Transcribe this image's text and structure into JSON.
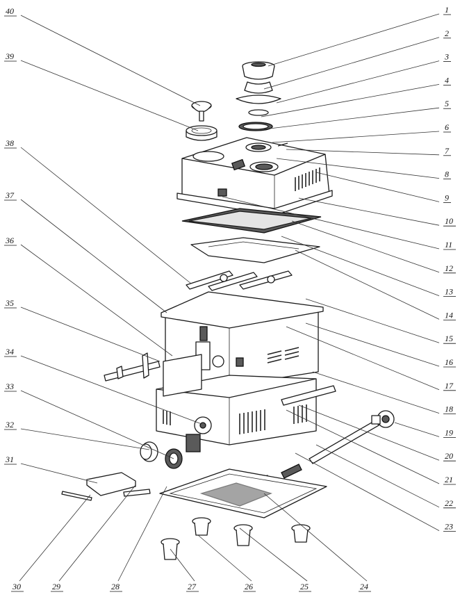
{
  "callouts": [
    {
      "n": "1",
      "side": "right",
      "row": 0,
      "target": [
        386,
        95
      ]
    },
    {
      "n": "2",
      "side": "right",
      "row": 1,
      "target": [
        380,
        128
      ]
    },
    {
      "n": "3",
      "side": "right",
      "row": 2,
      "target": [
        398,
        148
      ]
    },
    {
      "n": "4",
      "side": "right",
      "row": 3,
      "target": [
        376,
        168
      ]
    },
    {
      "n": "5",
      "side": "right",
      "row": 4,
      "target": [
        380,
        186
      ]
    },
    {
      "n": "6",
      "side": "right",
      "row": 5,
      "target": [
        392,
        205
      ]
    },
    {
      "n": "7",
      "side": "right",
      "row": 6,
      "target": [
        412,
        215
      ]
    },
    {
      "n": "8",
      "side": "right",
      "row": 7,
      "target": [
        398,
        228
      ]
    },
    {
      "n": "9",
      "side": "right",
      "row": 8,
      "target": [
        455,
        248
      ]
    },
    {
      "n": "10",
      "side": "right",
      "row": 9,
      "target": [
        430,
        285
      ]
    },
    {
      "n": "11",
      "side": "right",
      "row": 10,
      "target": [
        320,
        283
      ]
    },
    {
      "n": "12",
      "side": "right",
      "row": 11,
      "target": [
        420,
        318
      ]
    },
    {
      "n": "13",
      "side": "right",
      "row": 12,
      "target": [
        405,
        340
      ]
    },
    {
      "n": "14",
      "side": "right",
      "row": 13,
      "target": [
        425,
        360
      ]
    },
    {
      "n": "15",
      "side": "right",
      "row": 14,
      "target": [
        440,
        430
      ]
    },
    {
      "n": "16",
      "side": "right",
      "row": 15,
      "target": [
        440,
        465
      ]
    },
    {
      "n": "17",
      "side": "right",
      "row": 16,
      "target": [
        412,
        470
      ]
    },
    {
      "n": "18",
      "side": "right",
      "row": 17,
      "target": [
        450,
        535
      ]
    },
    {
      "n": "19",
      "side": "right",
      "row": 18,
      "target": [
        568,
        608
      ]
    },
    {
      "n": "20",
      "side": "right",
      "row": 19,
      "target": [
        430,
        583
      ]
    },
    {
      "n": "21",
      "side": "right",
      "row": 20,
      "target": [
        412,
        590
      ]
    },
    {
      "n": "22",
      "side": "right",
      "row": 21,
      "target": [
        455,
        640
      ]
    },
    {
      "n": "23",
      "side": "right",
      "row": 22,
      "target": [
        425,
        652
      ]
    },
    {
      "n": "24",
      "side": "bottom",
      "col": 0,
      "target": [
        380,
        710
      ]
    },
    {
      "n": "25",
      "side": "bottom",
      "col": 1,
      "target": [
        345,
        760
      ]
    },
    {
      "n": "26",
      "side": "bottom",
      "col": 2,
      "target": [
        285,
        770
      ]
    },
    {
      "n": "27",
      "side": "bottom",
      "col": 3,
      "target": [
        245,
        790
      ]
    },
    {
      "n": "28",
      "side": "bottom",
      "col": 4,
      "target": [
        240,
        700
      ]
    },
    {
      "n": "29",
      "side": "bottom",
      "col": 5,
      "target": [
        195,
        698
      ]
    },
    {
      "n": "30",
      "side": "bottom",
      "col": 6,
      "target": [
        130,
        712
      ]
    },
    {
      "n": "31",
      "side": "left",
      "row": 0,
      "target": [
        140,
        695
      ]
    },
    {
      "n": "32",
      "side": "left",
      "row": 1,
      "target": [
        215,
        647
      ]
    },
    {
      "n": "33",
      "side": "left",
      "row": 2,
      "target": [
        250,
        660
      ]
    },
    {
      "n": "34",
      "side": "left",
      "row": 3,
      "target": [
        290,
        610
      ]
    },
    {
      "n": "35",
      "side": "left",
      "row": 4,
      "target": [
        230,
        520
      ]
    },
    {
      "n": "36",
      "side": "left",
      "row": 5,
      "target": [
        248,
        512
      ]
    },
    {
      "n": "37",
      "side": "left",
      "row": 6,
      "target": [
        240,
        450
      ]
    },
    {
      "n": "38",
      "side": "left",
      "row": 7,
      "target": [
        275,
        408
      ]
    },
    {
      "n": "39",
      "side": "left",
      "row": 8,
      "target": [
        285,
        188
      ]
    },
    {
      "n": "40",
      "side": "left",
      "row": 9,
      "target": [
        288,
        152
      ]
    }
  ]
}
